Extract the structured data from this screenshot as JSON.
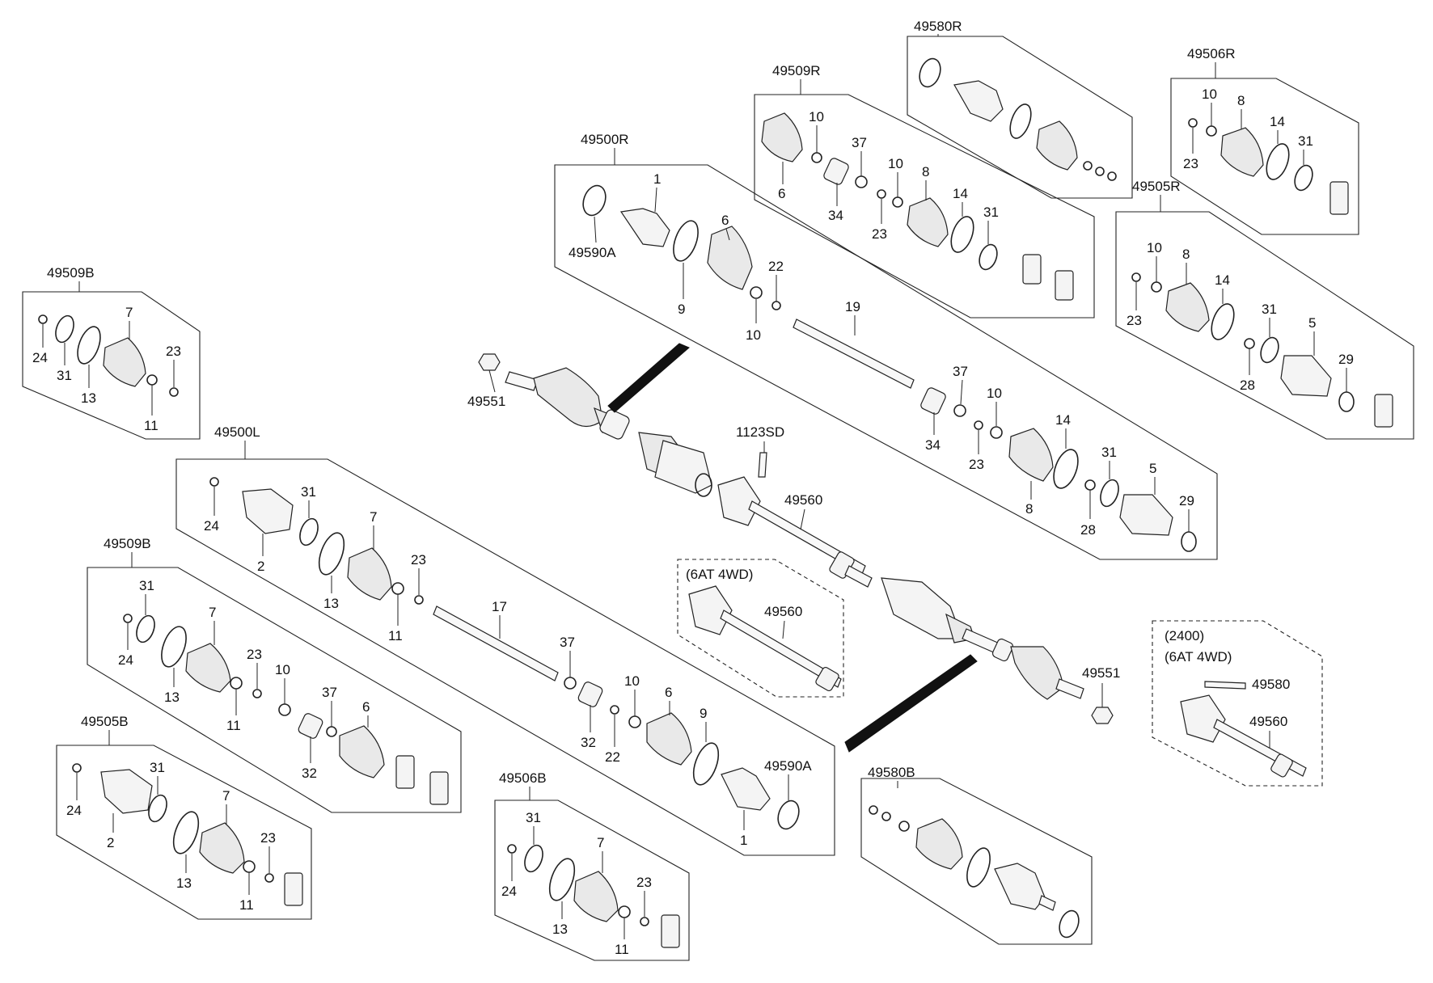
{
  "groups": {
    "g49580R": "49580R",
    "g49509R": "49509R",
    "g49506R": "49506R",
    "g49500R": "49500R",
    "g49505R": "49505R",
    "g49509B_top": "49509B",
    "g49500L": "49500L",
    "g49509B_mid": "49509B",
    "g49505B": "49505B",
    "g49506B": "49506B",
    "g49580B": "49580B"
  },
  "callouts": {
    "c49551_a": "49551",
    "c49551_b": "49551",
    "c1123SD": "1123SD",
    "c49560_main": "49560",
    "c49560_6at": "49560",
    "c49560_2400": "49560",
    "c49580_2400": "49580",
    "c49590A_r": "49590A",
    "c49590A_l": "49590A",
    "note_6at4wd_a": "(6AT 4WD)",
    "note_2400": "(2400)",
    "note_6at4wd_b": "(6AT 4WD)"
  },
  "part_numbers": {
    "r_1": "1",
    "r_6": "6",
    "r_9": "9",
    "r_10a": "10",
    "r_22": "22",
    "r_19": "19",
    "r_37": "37",
    "r_10b": "10",
    "r_34": "34",
    "r_23": "23",
    "r_14": "14",
    "r_8": "8",
    "r_31": "31",
    "r_5": "5",
    "r_28": "28",
    "r_29": "29",
    "s9r_10a": "10",
    "s9r_37": "37",
    "s9r_6": "6",
    "s9r_34": "34",
    "s9r_10b": "10",
    "s9r_23": "23",
    "s9r_8": "8",
    "s9r_14": "14",
    "s9r_31": "31",
    "s6r_10": "10",
    "s6r_8": "8",
    "s6r_14": "14",
    "s6r_31": "31",
    "s6r_23": "23",
    "s5r_10": "10",
    "s5r_8": "8",
    "s5r_14": "14",
    "s5r_23": "23",
    "s5r_31": "31",
    "s5r_5": "5",
    "s5r_28": "28",
    "s5r_29": "29",
    "tb_7": "7",
    "tb_24": "24",
    "tb_31": "31",
    "tb_13": "13",
    "tb_23": "23",
    "tb_11": "11",
    "l_24": "24",
    "l_2": "2",
    "l_31": "31",
    "l_7": "7",
    "l_13": "13",
    "l_23": "23",
    "l_11": "11",
    "l_17": "17",
    "l_37": "37",
    "l_32": "32",
    "l_22": "22",
    "l_10": "10",
    "l_6": "6",
    "l_9": "9",
    "l_1": "1",
    "mb_31": "31",
    "mb_7": "7",
    "mb_24": "24",
    "mb_13": "13",
    "mb_23": "23",
    "mb_11": "11",
    "mb_10": "10",
    "mb_37": "37",
    "mb_6": "6",
    "mb_32": "32",
    "bb_31": "31",
    "bb_24": "24",
    "bb_7": "7",
    "bb_2": "2",
    "bb_23": "23",
    "bb_13": "13",
    "bb_11": "11",
    "sb_31": "31",
    "sb_7": "7",
    "sb_24": "24",
    "sb_23": "23",
    "sb_13": "13",
    "sb_11": "11"
  }
}
